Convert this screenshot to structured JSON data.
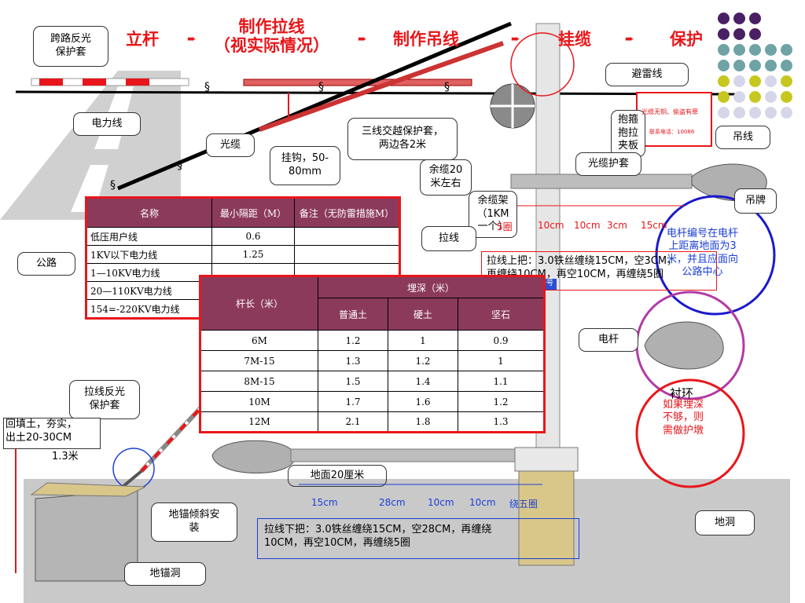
{
  "steps": [
    "立杆",
    "制作拉线",
    "（视实际情况）",
    "制作吊线",
    "挂缆",
    "保护"
  ],
  "labels": {
    "cross_road_sleeve": "跨路反光\n保护套",
    "power_line": "电力线",
    "optical_cable": "光缆",
    "hook": "挂钩，50-\n80mm",
    "triple_cross_sleeve": "三线交越保护套，\n两边各2米",
    "spare_cable_20m": "余缆20\n米左右",
    "spare_rack": "余缆架\n（1KM\n一个）",
    "guy_wire": "拉线",
    "lightning_wire": "避雷线",
    "hug_hoop": "抱箍\n抱拉\n夹板",
    "cable_sleeve": "光缆护套",
    "messenger": "吊线",
    "hang_tag": "吊牌",
    "road": "公路",
    "guy_top": "拉线上把：3.0铁丝缠绕15CM，空3CM，\n再缠绕10CM，再空10CM，再缠绕5圈",
    "pole_number": "电杆编号在电杆\n上距离地面为3\n米，并且应面向\n公路中心",
    "pole": "电杆",
    "thimble": "衬环",
    "guy_reflect_sleeve": "拉线反光\n保护套",
    "backfill": "回填土，夯实，\n出土20-30CM",
    "depth_13": "1.3米",
    "ground_20cm": "地面20厘米",
    "anchor_tilt": "地锚倾斜安\n装",
    "anchor_hole": "地锚洞",
    "guy_bottom": "拉线下把：3.0铁丝缠绕15CM，空28CM，再缠绕\n10CM，再空10CM，再缠绕5圈",
    "earth_hole": "地洞",
    "protect_note": "如果埋深\n不够，则\n需做护墩",
    "tag_text": "光缆无铜、偷盗有罪",
    "tag_phone": "联系电话：10086",
    "pole_mark": "杆号"
  },
  "top_measures": [
    "5圈",
    "10cm",
    "10cm",
    "3cm",
    "15cm"
  ],
  "bottom_measures": [
    "15cm",
    "28cm",
    "10cm",
    "10cm",
    "绕五圈"
  ],
  "clearance_table": {
    "headers": [
      "名称",
      "最小隔距（M）",
      "备注（无防雷措施M）"
    ],
    "rows": [
      [
        "低压用户线",
        "0.6",
        ""
      ],
      [
        "1KV以下电力线",
        "1.25",
        ""
      ],
      [
        "1—10KV电力线",
        "",
        ""
      ],
      [
        "20—110KV电力线",
        "",
        ""
      ],
      [
        "154=-220KV电力线",
        "",
        ""
      ]
    ]
  },
  "depth_table": {
    "h_pole": "杆长（米）",
    "h_depth": "埋深（米）",
    "soil_headers": [
      "普通土",
      "硬土",
      "坚石"
    ],
    "rows": [
      [
        "6M",
        "1.2",
        "1",
        "0.9"
      ],
      [
        "7M-15",
        "1.3",
        "1.2",
        "1"
      ],
      [
        "8M-15",
        "1.5",
        "1.4",
        "1.1"
      ],
      [
        "10M",
        "1.7",
        "1.6",
        "1.2"
      ],
      [
        "12M",
        "2.1",
        "1.8",
        "1.3"
      ]
    ]
  },
  "colors": {
    "accent_red": "#e8161a",
    "table_header": "#8c3a5c",
    "blue_note": "#1a3fd6",
    "ground": "#c9c9c9",
    "dots": [
      "#4b1f64",
      "#4b1f64",
      "#4b1f64",
      "#4b1f64",
      "#6fa3a6",
      "#8a2a8a",
      "#6fa3a6",
      "#6fa3a6",
      "#c7c71f",
      "#c7c71f",
      "#6fa3a6",
      "#6fa3a6"
    ]
  }
}
